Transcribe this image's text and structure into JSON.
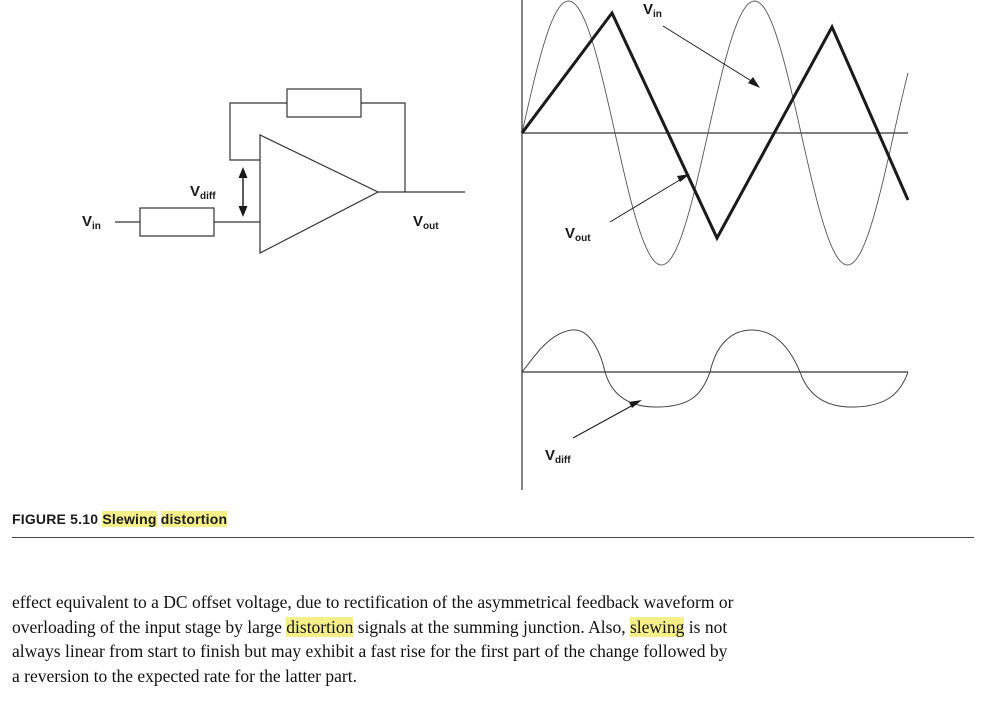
{
  "figure": {
    "label_vin": "V",
    "label_vin_sub": "in",
    "label_vdiff": "V",
    "label_vdiff_sub": "diff",
    "label_vout": "V",
    "label_vout_sub": "out",
    "graph_vin": "V",
    "graph_vin_sub": "in",
    "graph_vout": "V",
    "graph_vout_sub": "out",
    "graph_vdiff": "V",
    "graph_vdiff_sub": "diff"
  },
  "caption": {
    "prefix": "FIGURE 5.10 ",
    "word1": "Slewing",
    "space": " ",
    "word2": "distortion"
  },
  "paragraph": {
    "line1": "effect equivalent to a DC offset voltage, due to rectification of the asymmetrical feedback waveform or",
    "line2a": "overloading of the input stage by large ",
    "line2_hl": "distortion",
    "line2b": " signals at the summing junction. Also, ",
    "line2_hl2": "slewing",
    "line2c": " is not",
    "line3": "always linear from start to finish but may exhibit a fast rise for the first part of the change followed by",
    "line4": "a reversion to the expected rate for the latter part."
  },
  "colors": {
    "highlight": "#f5ef8a",
    "ink": "#1a1a1a"
  }
}
